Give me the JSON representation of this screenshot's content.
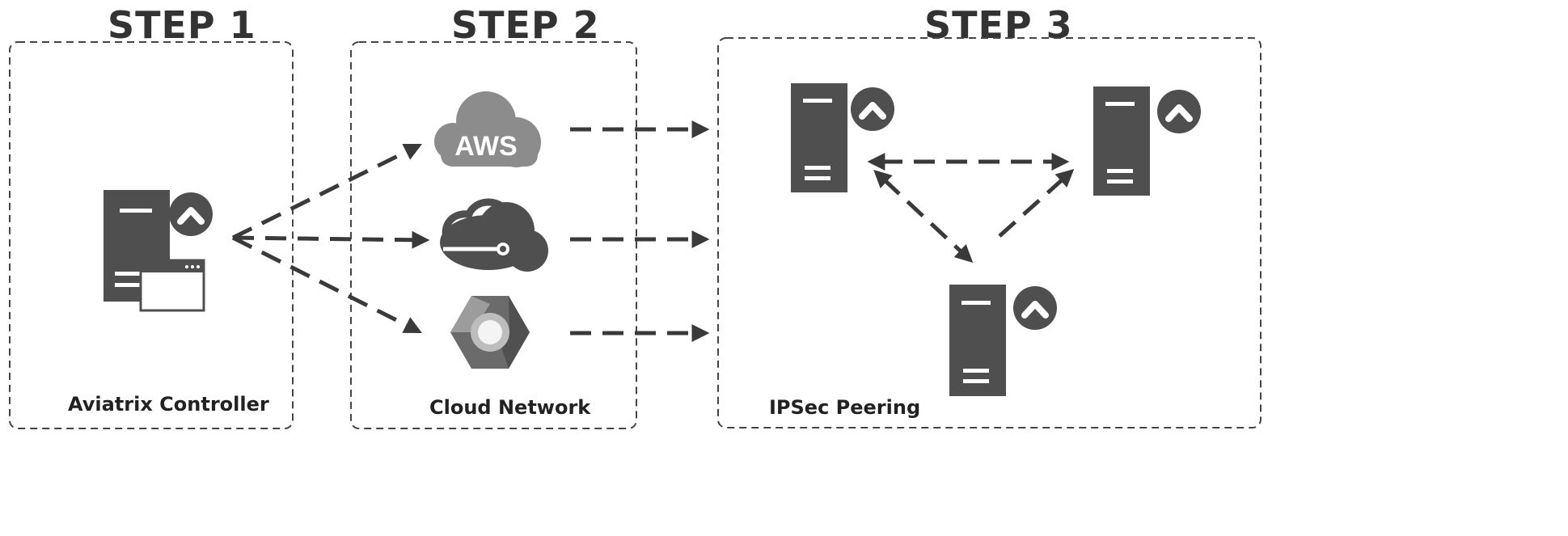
{
  "steps": [
    {
      "title": "STEP 1",
      "label": "Aviatrix Controller",
      "icons": [
        "server-icon",
        "aviatrix-logo-icon",
        "browser-window-icon"
      ]
    },
    {
      "title": "STEP 2",
      "label": "Cloud Network",
      "providers": [
        {
          "name": "AWS",
          "icon": "aws-cloud-icon"
        },
        {
          "name": "Azure",
          "icon": "azure-cloud-icon"
        },
        {
          "name": "Google Cloud",
          "icon": "gcp-hexagon-icon"
        }
      ]
    },
    {
      "title": "STEP 3",
      "label": "IPSec Peering",
      "icons": [
        "gateway-server-icon",
        "aviatrix-logo-icon"
      ]
    }
  ],
  "colors": {
    "icon_dark": "#4f4f4f",
    "icon_mid": "#8c8c8c",
    "arrow": "#3a3a3a",
    "border": "#444444"
  }
}
